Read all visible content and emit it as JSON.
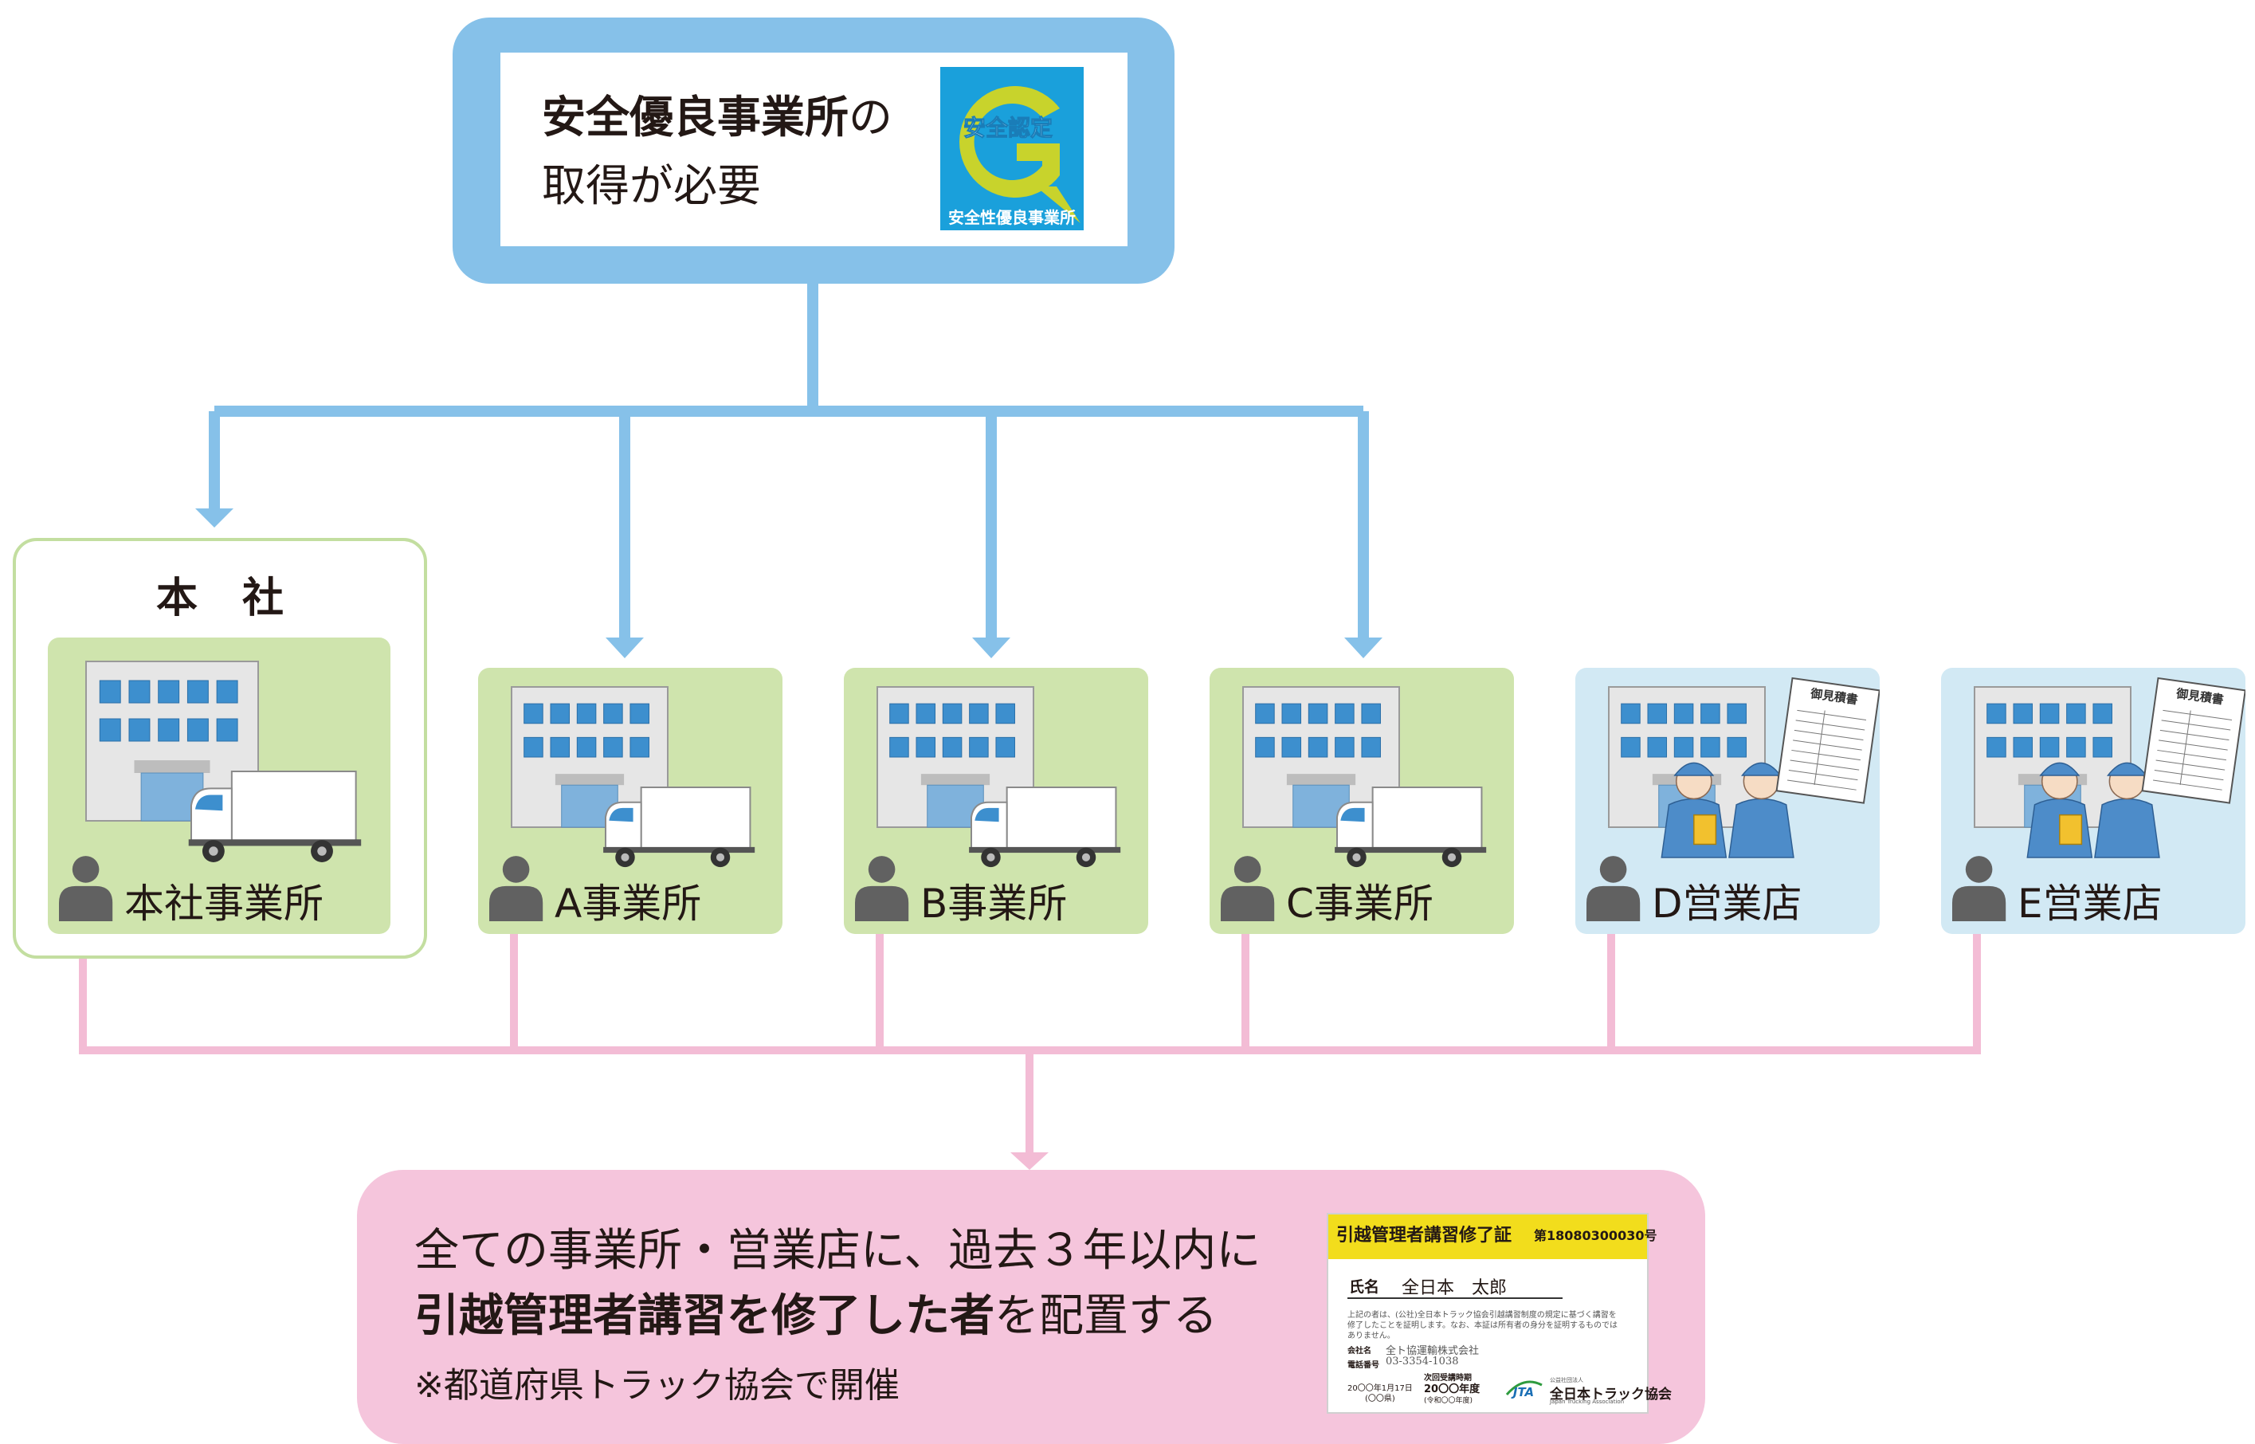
{
  "colors": {
    "requirement_blue": "#86c1e9",
    "certificate_pink": "#f5c5dc",
    "office_green": "#cfe4ad",
    "branch_blue": "#d2e9f4",
    "head_office_frame": "#c3dea0",
    "certificate_yellow": "#f2dd1c"
  },
  "top": {
    "line1_bold": "安全優良事業所",
    "line1_rest": "の",
    "line2": "取得が必要",
    "logo": {
      "icon": "g-mark-icon",
      "inner_text": "安全認定",
      "caption": "安全性優良事業所"
    }
  },
  "head_office": {
    "title": "本社"
  },
  "units": [
    {
      "label": "本社事業所",
      "kind": "office"
    },
    {
      "label": "A事業所",
      "kind": "office"
    },
    {
      "label": "B事業所",
      "kind": "office"
    },
    {
      "label": "C事業所",
      "kind": "office"
    },
    {
      "label": "D営業店",
      "kind": "branch",
      "document": "御見積書"
    },
    {
      "label": "E営業店",
      "kind": "branch",
      "document": "御見積書"
    }
  ],
  "bottom": {
    "line1": "全ての事業所・営業店に、過去３年以内に",
    "line2_bold": "引越管理者講習を修了した者",
    "line2_rest": "を配置する",
    "note": "※都道府県トラック協会で開催"
  },
  "certificate": {
    "title": "引越管理者講習修了証",
    "number": "第18080300030号",
    "name_label": "氏名",
    "name": "全日本　太郎",
    "body": "上記の者は、(公社)全日本トラック協会引越講習制度の規定に基づく講習を修了したことを証明します。なお、本証は所有者の身分を証明するものではありません。",
    "company_label": "会社名",
    "company": "全ト協運輸株式会社",
    "tel_label": "電話番号",
    "tel": "03-3354-1038",
    "date": "20〇〇年1月17日",
    "date_sub": "(〇〇県)",
    "next_label": "次回受講時期",
    "next_year": "20〇〇年度",
    "next_era": "(令和〇〇年度)",
    "association_sub": "公益社団法人",
    "association": "全日本トラック協会",
    "association_en": "Japan Trucking Association",
    "logo_text": "JTA"
  }
}
